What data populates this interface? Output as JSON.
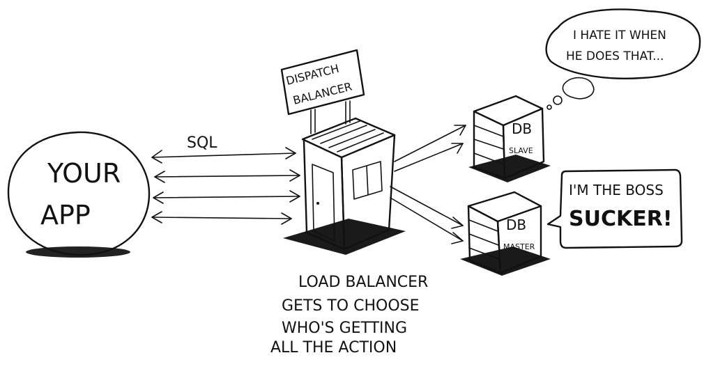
{
  "labels": {
    "app_line1": "YOUR",
    "app_line2": "APP",
    "sql": "SQL",
    "sign_line1": "DISPATCH",
    "sign_line2": "BALANCER",
    "slave_line1": "DB",
    "slave_line2": "SLAVE",
    "master_line1": "DB",
    "master_line2": "MASTER",
    "caption_line1": "LOAD BALANCER",
    "caption_line2": "GETS TO CHOOSE",
    "caption_line3": "WHO'S GETTING",
    "caption_line4": "ALL THE ACTION",
    "thought_line1": "I HATE IT WHEN",
    "thought_line2": "HE DOES THAT...",
    "speech_line1": "I'M THE BOSS",
    "speech_line2": "SUCKER!"
  }
}
